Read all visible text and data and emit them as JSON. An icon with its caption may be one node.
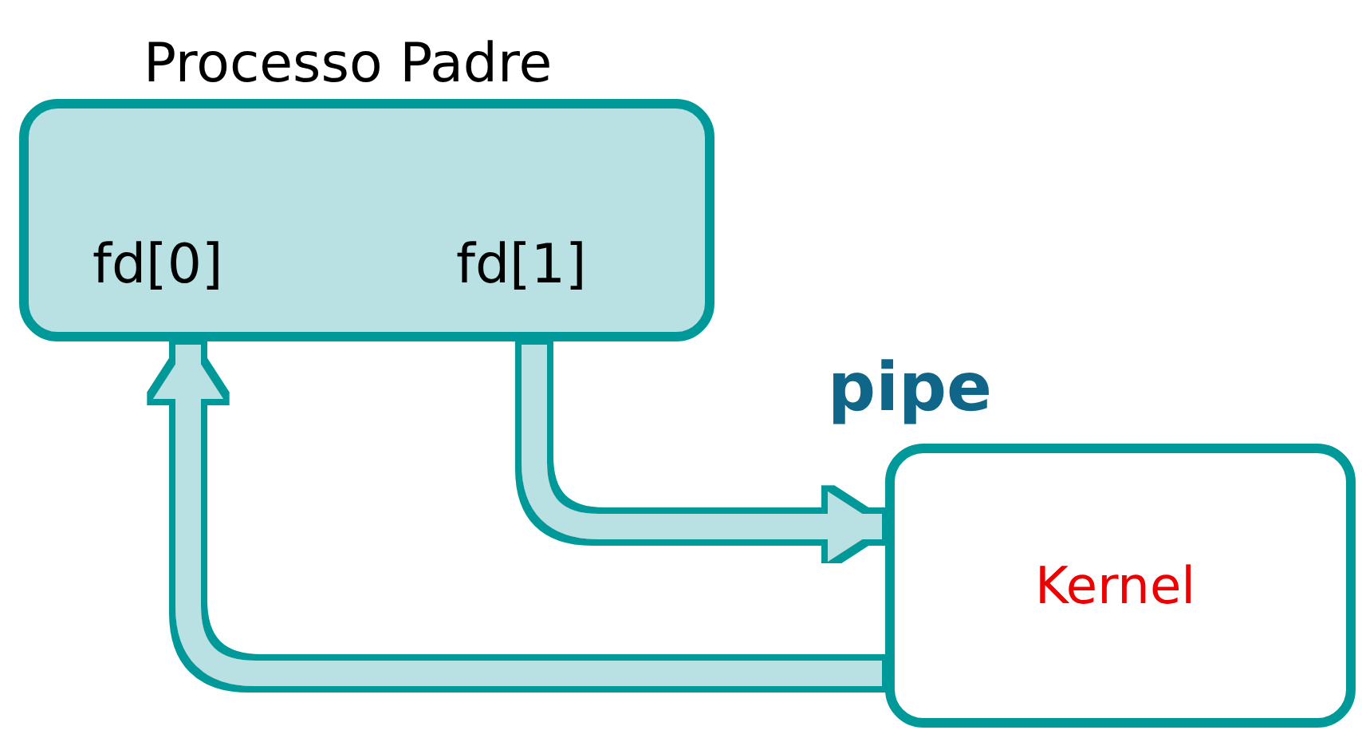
{
  "diagram": {
    "nodes": [
      {
        "text": [
          "Processo Padre",
          "fd[0]",
          "fd[1]"
        ]
      },
      {
        "text": [
          "pipe",
          "Kernel"
        ]
      }
    ],
    "edges": [
      {
        "from": 0,
        "to": 1,
        "arrow": "to"
      },
      {
        "from": 1,
        "to": 0,
        "arrow": "to"
      }
    ]
  }
}
